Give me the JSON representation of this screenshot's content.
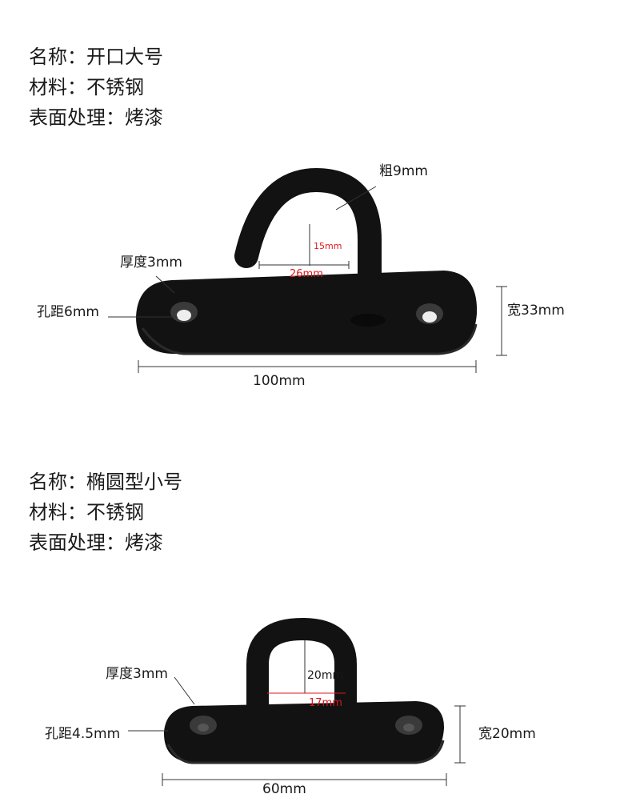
{
  "product_1": {
    "name": "名称：开口大号",
    "material": "材料：不锈钢",
    "surface": "表面处理：烤漆",
    "labels": {
      "thickness_wire": "粗9mm",
      "hook_height": "15mm",
      "hook_opening": "26mm",
      "plate_thickness": "厚度3mm",
      "hole": "孔距6mm",
      "width": "宽33mm",
      "length": "100mm"
    }
  },
  "product_2": {
    "name": "名称：椭圆型小号",
    "material": "材料：不锈钢",
    "surface": "表面处理：烤漆",
    "labels": {
      "loop_height": "20mm",
      "loop_width": "17mm",
      "plate_thickness": "厚度3mm",
      "hole": "孔距4.5mm",
      "width": "宽20mm",
      "length": "60mm"
    }
  },
  "colors": {
    "part": "#121212",
    "dimension_line": "#333333",
    "accent": "#e0161b"
  }
}
